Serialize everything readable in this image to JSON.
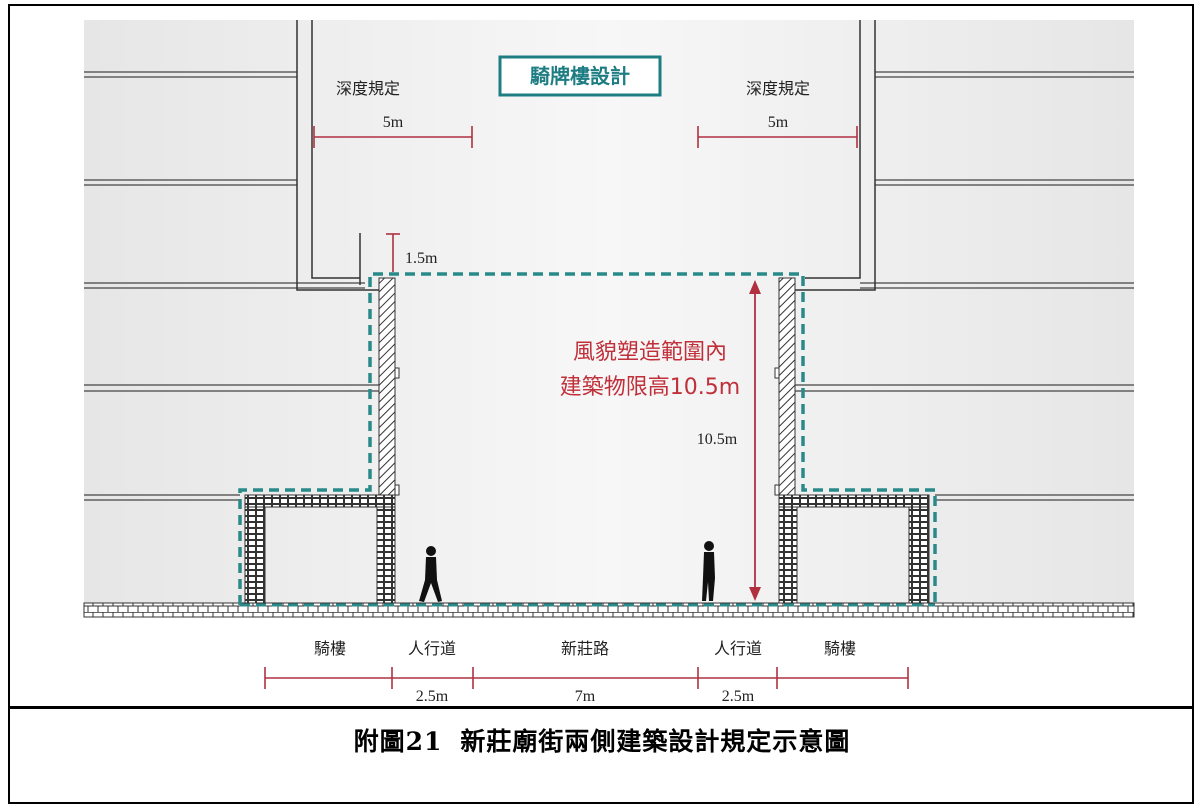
{
  "diagram": {
    "title": "騎牌樓設計",
    "depth_rule_left": "深度規定",
    "depth_rule_right": "深度規定",
    "depth_left_value": "5m",
    "depth_right_value": "5m",
    "setback_value": "1.5m",
    "height_note_line1": "風貌塑造範圍內",
    "height_note_line2": "建築物限高10.5m",
    "height_value": "10.5m",
    "bottom_labels": [
      "騎樓",
      "人行道",
      "新莊路",
      "人行道",
      "騎樓"
    ],
    "bottom_dims": [
      "2.5m",
      "7m",
      "2.5m"
    ],
    "colors": {
      "dashed_envelope": "#2a8a8a",
      "dimension_red": "#b03040",
      "title_border": "#1e7d83"
    }
  },
  "caption": {
    "figure_no": "附圖21",
    "text": "新莊廟街兩側建築設計規定示意圖"
  }
}
